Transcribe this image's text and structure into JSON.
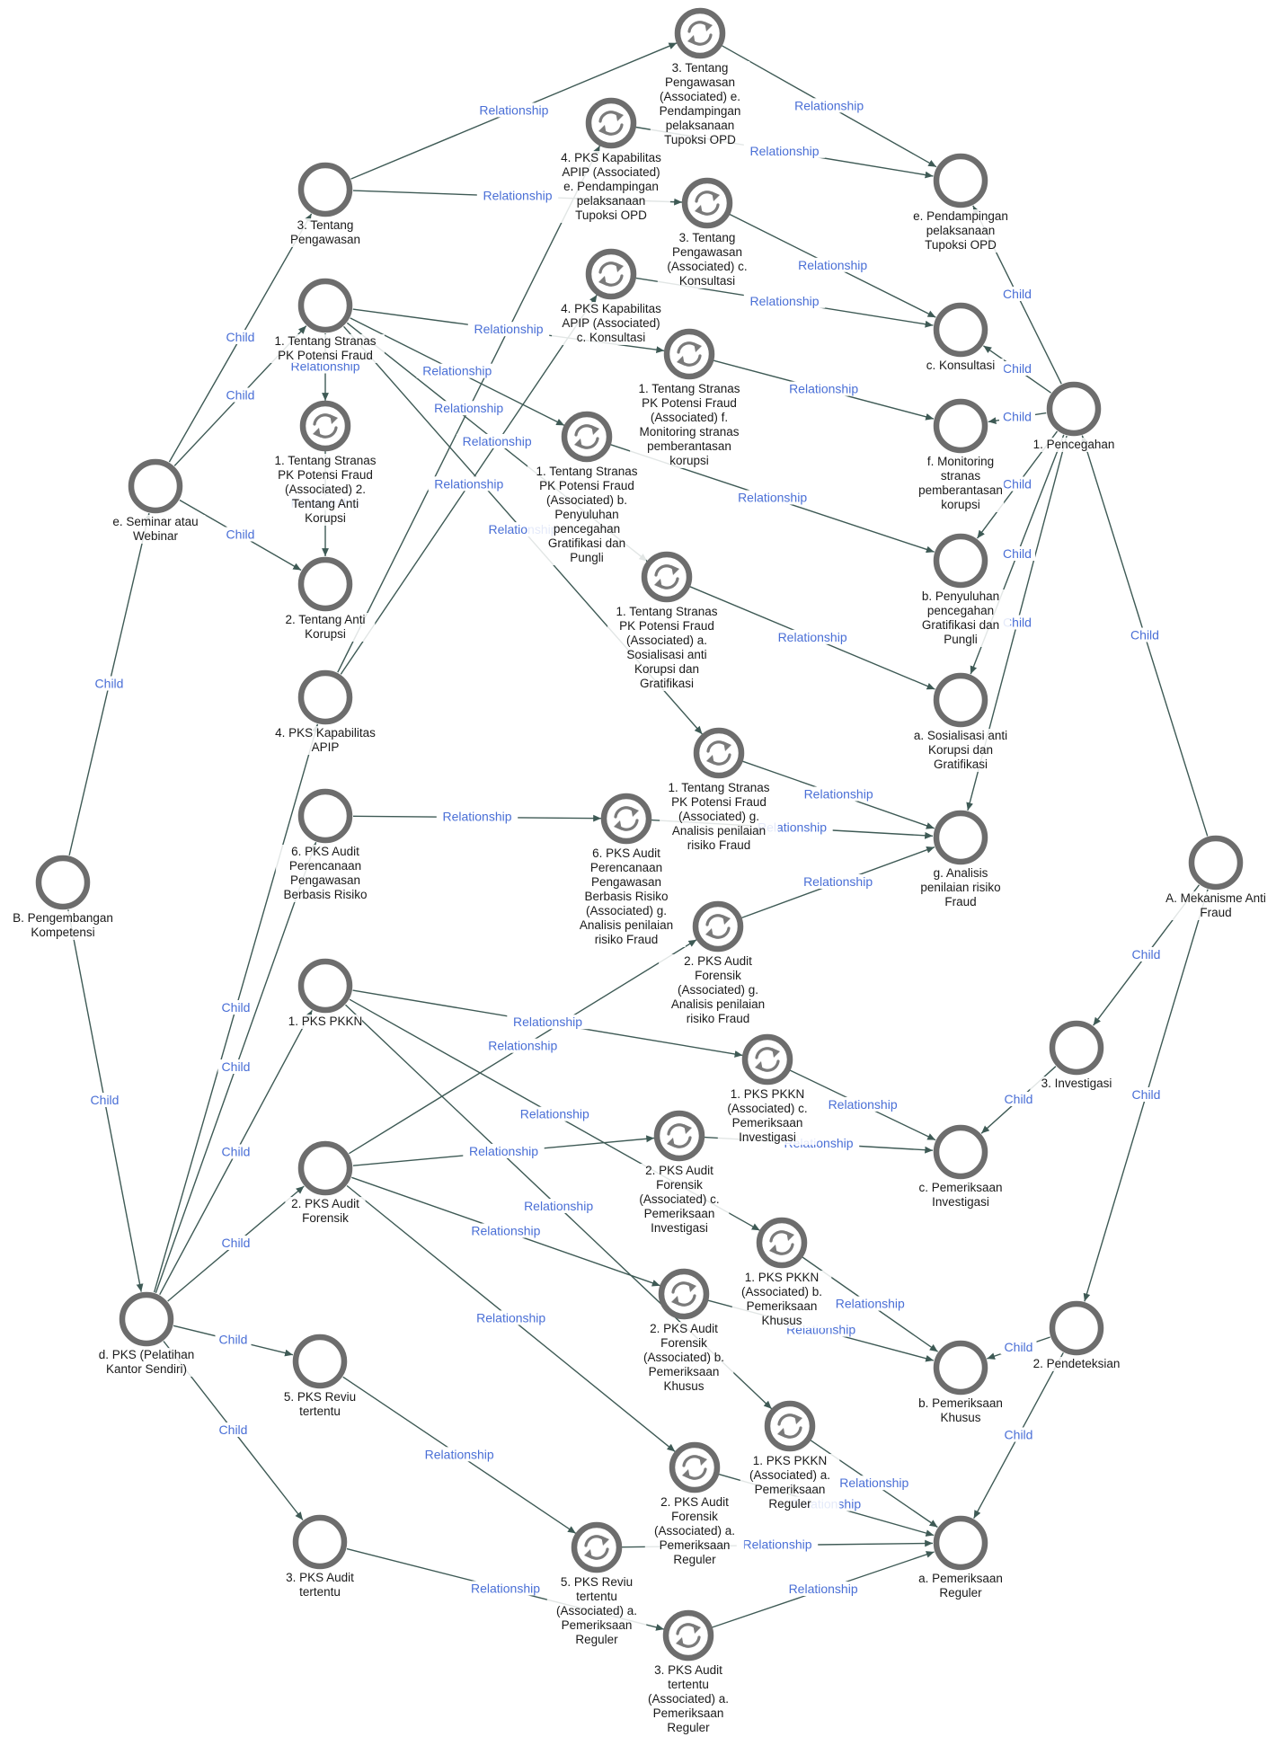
{
  "diagram": {
    "nodes": [
      {
        "id": "B",
        "label": [
          "B. Pengembangan",
          "Kompetensi"
        ],
        "associated": false
      },
      {
        "id": "e_sem",
        "label": [
          "e. Seminar atau",
          "Webinar"
        ],
        "associated": false
      },
      {
        "id": "d_pks",
        "label": [
          "d. PKS (Pelatihan",
          "Kantor Sendiri)"
        ],
        "associated": false
      },
      {
        "id": "t_peng",
        "label": [
          "3. Tentang",
          "Pengawasan"
        ],
        "associated": false
      },
      {
        "id": "t_stranas",
        "label": [
          "1. Tentang Stranas",
          "PK Potensi Fraud"
        ],
        "associated": false
      },
      {
        "id": "a_stranas_2",
        "label": [
          "1. Tentang Stranas",
          "PK Potensi Fraud",
          "(Associated) 2.",
          "Tentang Anti",
          "Korupsi"
        ],
        "associated": true
      },
      {
        "id": "t_anti",
        "label": [
          "2. Tentang Anti",
          "Korupsi"
        ],
        "associated": false
      },
      {
        "id": "pks_kap",
        "label": [
          "4. PKS Kapabilitas",
          "APIP"
        ],
        "associated": false
      },
      {
        "id": "pks_aud_per",
        "label": [
          "6. PKS Audit",
          "Perencanaan",
          "Pengawasan",
          "Berbasis Risiko"
        ],
        "associated": false
      },
      {
        "id": "pks_pkkn",
        "label": [
          "1. PKS PKKN"
        ],
        "associated": false
      },
      {
        "id": "pks_aud_for",
        "label": [
          "2. PKS Audit",
          "Forensik"
        ],
        "associated": false
      },
      {
        "id": "pks_reviu",
        "label": [
          "5. PKS Reviu",
          "tertentu"
        ],
        "associated": false
      },
      {
        "id": "pks_aud_tert",
        "label": [
          "3. PKS Audit",
          "tertentu"
        ],
        "associated": false
      },
      {
        "id": "a_peng_e",
        "label": [
          "3. Tentang",
          "Pengawasan",
          "(Associated) e.",
          "Pendampingan",
          "pelaksanaan",
          "Tupoksi OPD"
        ],
        "associated": true
      },
      {
        "id": "a_kap_e",
        "label": [
          "4. PKS Kapabilitas",
          "APIP (Associated)",
          "e. Pendampingan",
          "pelaksanaan",
          "Tupoksi OPD"
        ],
        "associated": true
      },
      {
        "id": "a_peng_c",
        "label": [
          "3. Tentang",
          "Pengawasan",
          "(Associated) c.",
          "Konsultasi"
        ],
        "associated": true
      },
      {
        "id": "a_kap_c",
        "label": [
          "4. PKS Kapabilitas",
          "APIP (Associated)",
          "c. Konsultasi"
        ],
        "associated": true
      },
      {
        "id": "a_stranas_f",
        "label": [
          "1. Tentang Stranas",
          "PK Potensi Fraud",
          "(Associated) f.",
          "Monitoring stranas",
          "pemberantasan",
          "korupsi"
        ],
        "associated": true
      },
      {
        "id": "a_stranas_b",
        "label": [
          "1. Tentang Stranas",
          "PK Potensi Fraud",
          "(Associated) b.",
          "Penyuluhan",
          "pencegahan",
          "Gratifikasi dan",
          "Pungli"
        ],
        "associated": true
      },
      {
        "id": "a_stranas_a",
        "label": [
          "1. Tentang Stranas",
          "PK Potensi Fraud",
          "(Associated) a.",
          "Sosialisasi anti",
          "Korupsi dan",
          "Gratifikasi"
        ],
        "associated": true
      },
      {
        "id": "a_stranas_g",
        "label": [
          "1. Tentang Stranas",
          "PK Potensi Fraud",
          "(Associated) g.",
          "Analisis penilaian",
          "risiko Fraud"
        ],
        "associated": true
      },
      {
        "id": "a_audper_g",
        "label": [
          "6. PKS Audit",
          "Perencanaan",
          "Pengawasan",
          "Berbasis Risiko",
          "(Associated) g.",
          "Analisis penilaian",
          "risiko Fraud"
        ],
        "associated": true
      },
      {
        "id": "a_audfor_g",
        "label": [
          "2. PKS Audit",
          "Forensik",
          "(Associated) g.",
          "Analisis penilaian",
          "risiko Fraud"
        ],
        "associated": true
      },
      {
        "id": "a_pkkn_c",
        "label": [
          "1. PKS PKKN",
          "(Associated) c.",
          "Pemeriksaan",
          "Investigasi"
        ],
        "associated": true
      },
      {
        "id": "a_audfor_c",
        "label": [
          "2. PKS Audit",
          "Forensik",
          "(Associated) c.",
          "Pemeriksaan",
          "Investigasi"
        ],
        "associated": true
      },
      {
        "id": "a_pkkn_b",
        "label": [
          "1. PKS PKKN",
          "(Associated) b.",
          "Pemeriksaan",
          "Khusus"
        ],
        "associated": true
      },
      {
        "id": "a_audfor_b",
        "label": [
          "2. PKS Audit",
          "Forensik",
          "(Associated) b.",
          "Pemeriksaan",
          "Khusus"
        ],
        "associated": true
      },
      {
        "id": "a_pkkn_a",
        "label": [
          "1. PKS PKKN",
          "(Associated) a.",
          "Pemeriksaan",
          "Reguler"
        ],
        "associated": true
      },
      {
        "id": "a_audfor_a",
        "label": [
          "2. PKS Audit",
          "Forensik",
          "(Associated) a.",
          "Pemeriksaan",
          "Reguler"
        ],
        "associated": true
      },
      {
        "id": "a_reviu_a",
        "label": [
          "5. PKS Reviu",
          "tertentu",
          "(Associated) a.",
          "Pemeriksaan",
          "Reguler"
        ],
        "associated": true
      },
      {
        "id": "a_audtert_a",
        "label": [
          "3. PKS Audit",
          "tertentu",
          "(Associated) a.",
          "Pemeriksaan",
          "Reguler"
        ],
        "associated": true
      },
      {
        "id": "e_pend",
        "label": [
          "e. Pendampingan",
          "pelaksanaan",
          "Tupoksi OPD"
        ],
        "associated": false
      },
      {
        "id": "c_kons",
        "label": [
          "c. Konsultasi"
        ],
        "associated": false
      },
      {
        "id": "f_mon",
        "label": [
          "f. Monitoring",
          "stranas",
          "pemberantasan",
          "korupsi"
        ],
        "associated": false
      },
      {
        "id": "b_peny",
        "label": [
          "b. Penyuluhan",
          "pencegahan",
          "Gratifikasi dan",
          "Pungli"
        ],
        "associated": false
      },
      {
        "id": "a_sos",
        "label": [
          "a. Sosialisasi anti",
          "Korupsi dan",
          "Gratifikasi"
        ],
        "associated": false
      },
      {
        "id": "g_anal",
        "label": [
          "g. Analisis",
          "penilaian risiko",
          "Fraud"
        ],
        "associated": false
      },
      {
        "id": "pencegahan",
        "label": [
          "1. Pencegahan"
        ],
        "associated": false
      },
      {
        "id": "A_mek",
        "label": [
          "A. Mekanisme Anti",
          "Fraud"
        ],
        "associated": false
      },
      {
        "id": "investigasi",
        "label": [
          "3. Investigasi"
        ],
        "associated": false
      },
      {
        "id": "c_pem_inv",
        "label": [
          "c. Pemeriksaan",
          "Investigasi"
        ],
        "associated": false
      },
      {
        "id": "b_pem_khu",
        "label": [
          "b. Pemeriksaan",
          "Khusus"
        ],
        "associated": false
      },
      {
        "id": "pendeteksian",
        "label": [
          "2. Pendeteksian"
        ],
        "associated": false
      },
      {
        "id": "a_pem_reg",
        "label": [
          "a. Pemeriksaan",
          "Reguler"
        ],
        "associated": false
      }
    ],
    "edges": [
      {
        "from": "B",
        "to": "e_sem",
        "label": "Child"
      },
      {
        "from": "B",
        "to": "d_pks",
        "label": "Child"
      },
      {
        "from": "e_sem",
        "to": "t_peng",
        "label": "Child"
      },
      {
        "from": "e_sem",
        "to": "t_stranas",
        "label": "Child"
      },
      {
        "from": "e_sem",
        "to": "t_anti",
        "label": "Child"
      },
      {
        "from": "d_pks",
        "to": "pks_kap",
        "label": "Child"
      },
      {
        "from": "d_pks",
        "to": "pks_aud_per",
        "label": "Child"
      },
      {
        "from": "d_pks",
        "to": "pks_pkkn",
        "label": "Child"
      },
      {
        "from": "d_pks",
        "to": "pks_aud_for",
        "label": "Child"
      },
      {
        "from": "d_pks",
        "to": "pks_reviu",
        "label": "Child"
      },
      {
        "from": "d_pks",
        "to": "pks_aud_tert",
        "label": "Child"
      },
      {
        "from": "t_peng",
        "to": "a_peng_e",
        "label": "Relationship"
      },
      {
        "from": "t_peng",
        "to": "a_peng_c",
        "label": "Relationship"
      },
      {
        "from": "t_stranas",
        "to": "a_stranas_2",
        "label": "Relationship"
      },
      {
        "from": "a_stranas_2",
        "to": "t_anti",
        "label": "Relationship"
      },
      {
        "from": "t_stranas",
        "to": "a_stranas_f",
        "label": "Relationship"
      },
      {
        "from": "t_stranas",
        "to": "a_stranas_b",
        "label": "Relationship"
      },
      {
        "from": "t_stranas",
        "to": "a_stranas_a",
        "label": "Relationship"
      },
      {
        "from": "t_stranas",
        "to": "a_stranas_g",
        "label": "Relationship"
      },
      {
        "from": "pks_kap",
        "to": "a_kap_e",
        "label": "Relationship"
      },
      {
        "from": "pks_kap",
        "to": "a_kap_c",
        "label": "Relationship"
      },
      {
        "from": "pks_aud_per",
        "to": "a_audper_g",
        "label": "Relationship"
      },
      {
        "from": "pks_pkkn",
        "to": "a_pkkn_c",
        "label": "Relationship"
      },
      {
        "from": "pks_pkkn",
        "to": "a_pkkn_b",
        "label": "Relationship"
      },
      {
        "from": "pks_pkkn",
        "to": "a_pkkn_a",
        "label": "Relationship"
      },
      {
        "from": "pks_aud_for",
        "to": "a_audfor_g",
        "label": "Relationship"
      },
      {
        "from": "pks_aud_for",
        "to": "a_audfor_c",
        "label": "Relationship"
      },
      {
        "from": "pks_aud_for",
        "to": "a_audfor_b",
        "label": "Relationship"
      },
      {
        "from": "pks_aud_for",
        "to": "a_audfor_a",
        "label": "Relationship"
      },
      {
        "from": "pks_reviu",
        "to": "a_reviu_a",
        "label": "Relationship"
      },
      {
        "from": "pks_aud_tert",
        "to": "a_audtert_a",
        "label": "Relationship"
      },
      {
        "from": "a_peng_e",
        "to": "e_pend",
        "label": "Relationship"
      },
      {
        "from": "a_kap_e",
        "to": "e_pend",
        "label": "Relationship"
      },
      {
        "from": "a_peng_c",
        "to": "c_kons",
        "label": "Relationship"
      },
      {
        "from": "a_kap_c",
        "to": "c_kons",
        "label": "Relationship"
      },
      {
        "from": "a_stranas_f",
        "to": "f_mon",
        "label": "Relationship"
      },
      {
        "from": "a_stranas_b",
        "to": "b_peny",
        "label": "Relationship"
      },
      {
        "from": "a_stranas_a",
        "to": "a_sos",
        "label": "Relationship"
      },
      {
        "from": "a_stranas_g",
        "to": "g_anal",
        "label": "Relationship"
      },
      {
        "from": "a_audper_g",
        "to": "g_anal",
        "label": "Relationship"
      },
      {
        "from": "a_audfor_g",
        "to": "g_anal",
        "label": "Relationship"
      },
      {
        "from": "a_pkkn_c",
        "to": "c_pem_inv",
        "label": "Relationship"
      },
      {
        "from": "a_audfor_c",
        "to": "c_pem_inv",
        "label": "Relationship"
      },
      {
        "from": "a_pkkn_b",
        "to": "b_pem_khu",
        "label": "Relationship"
      },
      {
        "from": "a_audfor_b",
        "to": "b_pem_khu",
        "label": "Relationship"
      },
      {
        "from": "a_pkkn_a",
        "to": "a_pem_reg",
        "label": "Relationship"
      },
      {
        "from": "a_audfor_a",
        "to": "a_pem_reg",
        "label": "Relationship"
      },
      {
        "from": "a_reviu_a",
        "to": "a_pem_reg",
        "label": "Relationship"
      },
      {
        "from": "a_audtert_a",
        "to": "a_pem_reg",
        "label": "Relationship"
      },
      {
        "from": "A_mek",
        "to": "pencegahan",
        "label": "Child"
      },
      {
        "from": "A_mek",
        "to": "investigasi",
        "label": "Child"
      },
      {
        "from": "A_mek",
        "to": "pendeteksian",
        "label": "Child"
      },
      {
        "from": "pencegahan",
        "to": "e_pend",
        "label": "Child"
      },
      {
        "from": "pencegahan",
        "to": "c_kons",
        "label": "Child"
      },
      {
        "from": "pencegahan",
        "to": "f_mon",
        "label": "Child"
      },
      {
        "from": "pencegahan",
        "to": "b_peny",
        "label": "Child"
      },
      {
        "from": "pencegahan",
        "to": "a_sos",
        "label": "Child"
      },
      {
        "from": "pencegahan",
        "to": "g_anal",
        "label": "Child"
      },
      {
        "from": "investigasi",
        "to": "c_pem_inv",
        "label": "Child"
      },
      {
        "from": "pendeteksian",
        "to": "b_pem_khu",
        "label": "Child"
      },
      {
        "from": "pendeteksian",
        "to": "a_pem_reg",
        "label": "Child"
      }
    ]
  }
}
